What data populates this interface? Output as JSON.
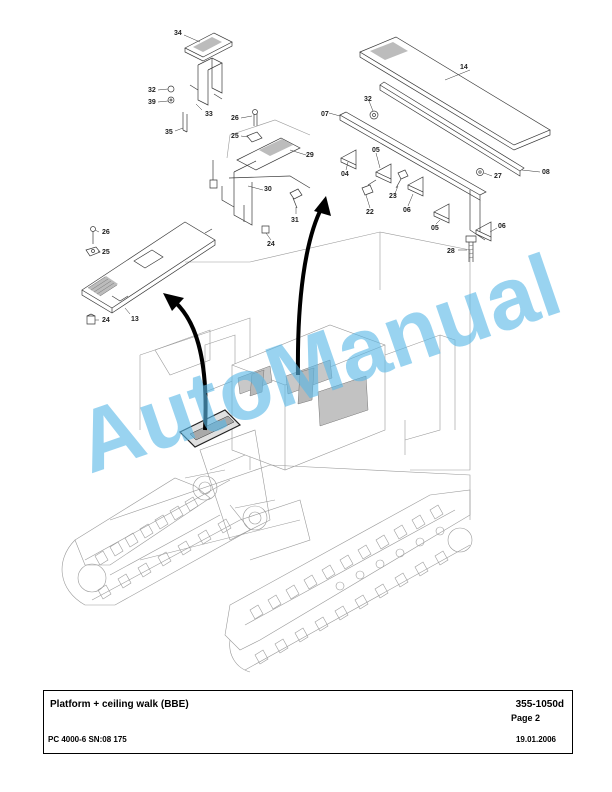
{
  "watermark": "AutoManual",
  "part_labels": {
    "p34": "34",
    "p32a": "32",
    "p39": "39",
    "p33": "33",
    "p35": "35",
    "p26a": "26",
    "p25a": "25",
    "p29": "29",
    "p30": "30",
    "p31": "31",
    "p24a": "24",
    "p26b": "26",
    "p25b": "25",
    "p24b": "24",
    "p13": "13",
    "p14": "14",
    "p07": "07",
    "p32b": "32",
    "p05a": "05",
    "p04": "04",
    "p08": "08",
    "p27": "27",
    "p23": "23",
    "p06a": "06",
    "p22": "22",
    "p05b": "05",
    "p06b": "06",
    "p28": "28"
  },
  "title_block": {
    "title": "Platform + ceiling walk (BBE)",
    "doc_number": "355-1050d",
    "page": "Page 2",
    "model": "PC 4000-6 SN:08 175",
    "date": "19.01.2006"
  }
}
